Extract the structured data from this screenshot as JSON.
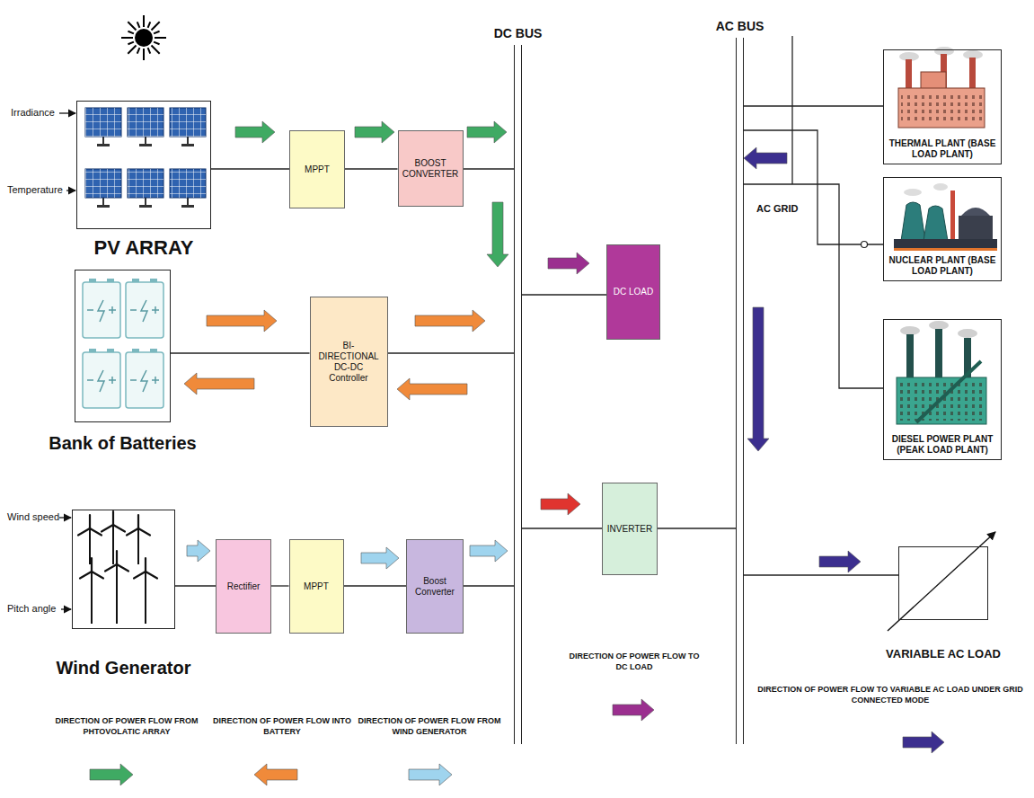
{
  "diagram": {
    "nodes": [
      {
        "text": [
          "PV ARRAY"
        ]
      },
      {
        "text": [
          "MPPT"
        ]
      },
      {
        "text": [
          "BOOST CONVERTER"
        ]
      },
      {
        "text": [
          "DC BUS"
        ]
      },
      {
        "text": [
          "AC BUS"
        ]
      },
      {
        "text": [
          "THERMAL PLANT (BASE LOAD PLANT)"
        ]
      },
      {
        "text": [
          "NUCLEAR PLANT (BASE LOAD PLANT)"
        ]
      },
      {
        "text": [
          "Bank of Batteries"
        ]
      },
      {
        "text": [
          "BI-DIRECTIONAL DC-DC Controller"
        ]
      },
      {
        "text": [
          "DC LOAD"
        ]
      },
      {
        "text": [
          "DIESEL POWER PLANT (PEAK LOAD PLANT)"
        ]
      },
      {
        "text": [
          "Wind Generator"
        ]
      },
      {
        "text": [
          "Rectifier"
        ]
      },
      {
        "text": [
          "MPPT"
        ]
      },
      {
        "text": [
          "Boost Converter"
        ]
      },
      {
        "text": [
          "INVERTER"
        ]
      },
      {
        "text": [
          "VARIABLE AC LOAD"
        ]
      }
    ],
    "edges": [
      {
        "from": 0,
        "to": 1,
        "arrow": "none"
      },
      {
        "from": 1,
        "to": 2,
        "arrow": "none"
      },
      {
        "from": 2,
        "to": 3,
        "arrow": "none"
      },
      {
        "from": 3,
        "to": 9,
        "arrow": "none"
      },
      {
        "from": 7,
        "to": 8,
        "arrow": "none"
      },
      {
        "from": 8,
        "to": 3,
        "arrow": "none"
      },
      {
        "from": 4,
        "to": 5,
        "arrow": "none"
      },
      {
        "from": 4,
        "to": 6,
        "arrow": "none"
      },
      {
        "from": 4,
        "to": 10,
        "arrow": "none"
      },
      {
        "from": 11,
        "to": 12,
        "arrow": "none"
      },
      {
        "from": 12,
        "to": 13,
        "arrow": "none"
      },
      {
        "from": 13,
        "to": 14,
        "arrow": "none"
      },
      {
        "from": 14,
        "to": 3,
        "arrow": "none"
      },
      {
        "from": 3,
        "to": 15,
        "arrow": "none"
      },
      {
        "from": 15,
        "to": 4,
        "arrow": "none"
      },
      {
        "from": 4,
        "to": 16,
        "arrow": "none"
      }
    ],
    "labels": [
      "Irradiance",
      "Temperature",
      "Wind speed",
      "Pitch angle",
      "AC GRID"
    ],
    "legend": [
      {
        "text": "DIRECTION OF POWER FLOW FROM PHTOVOLATIC ARRAY"
      },
      {
        "text": "DIRECTION OF POWER FLOW INTO BATTERY"
      },
      {
        "text": "DIRECTION OF POWER FLOW FROM WIND GENERATOR"
      },
      {
        "text": "DIRECTION OF POWER FLOW TO DC LOAD"
      },
      {
        "text": "DIRECTION OF POWER FLOW TO VARIABLE AC LOAD UNDER GRID CONNECTED MODE"
      }
    ]
  }
}
